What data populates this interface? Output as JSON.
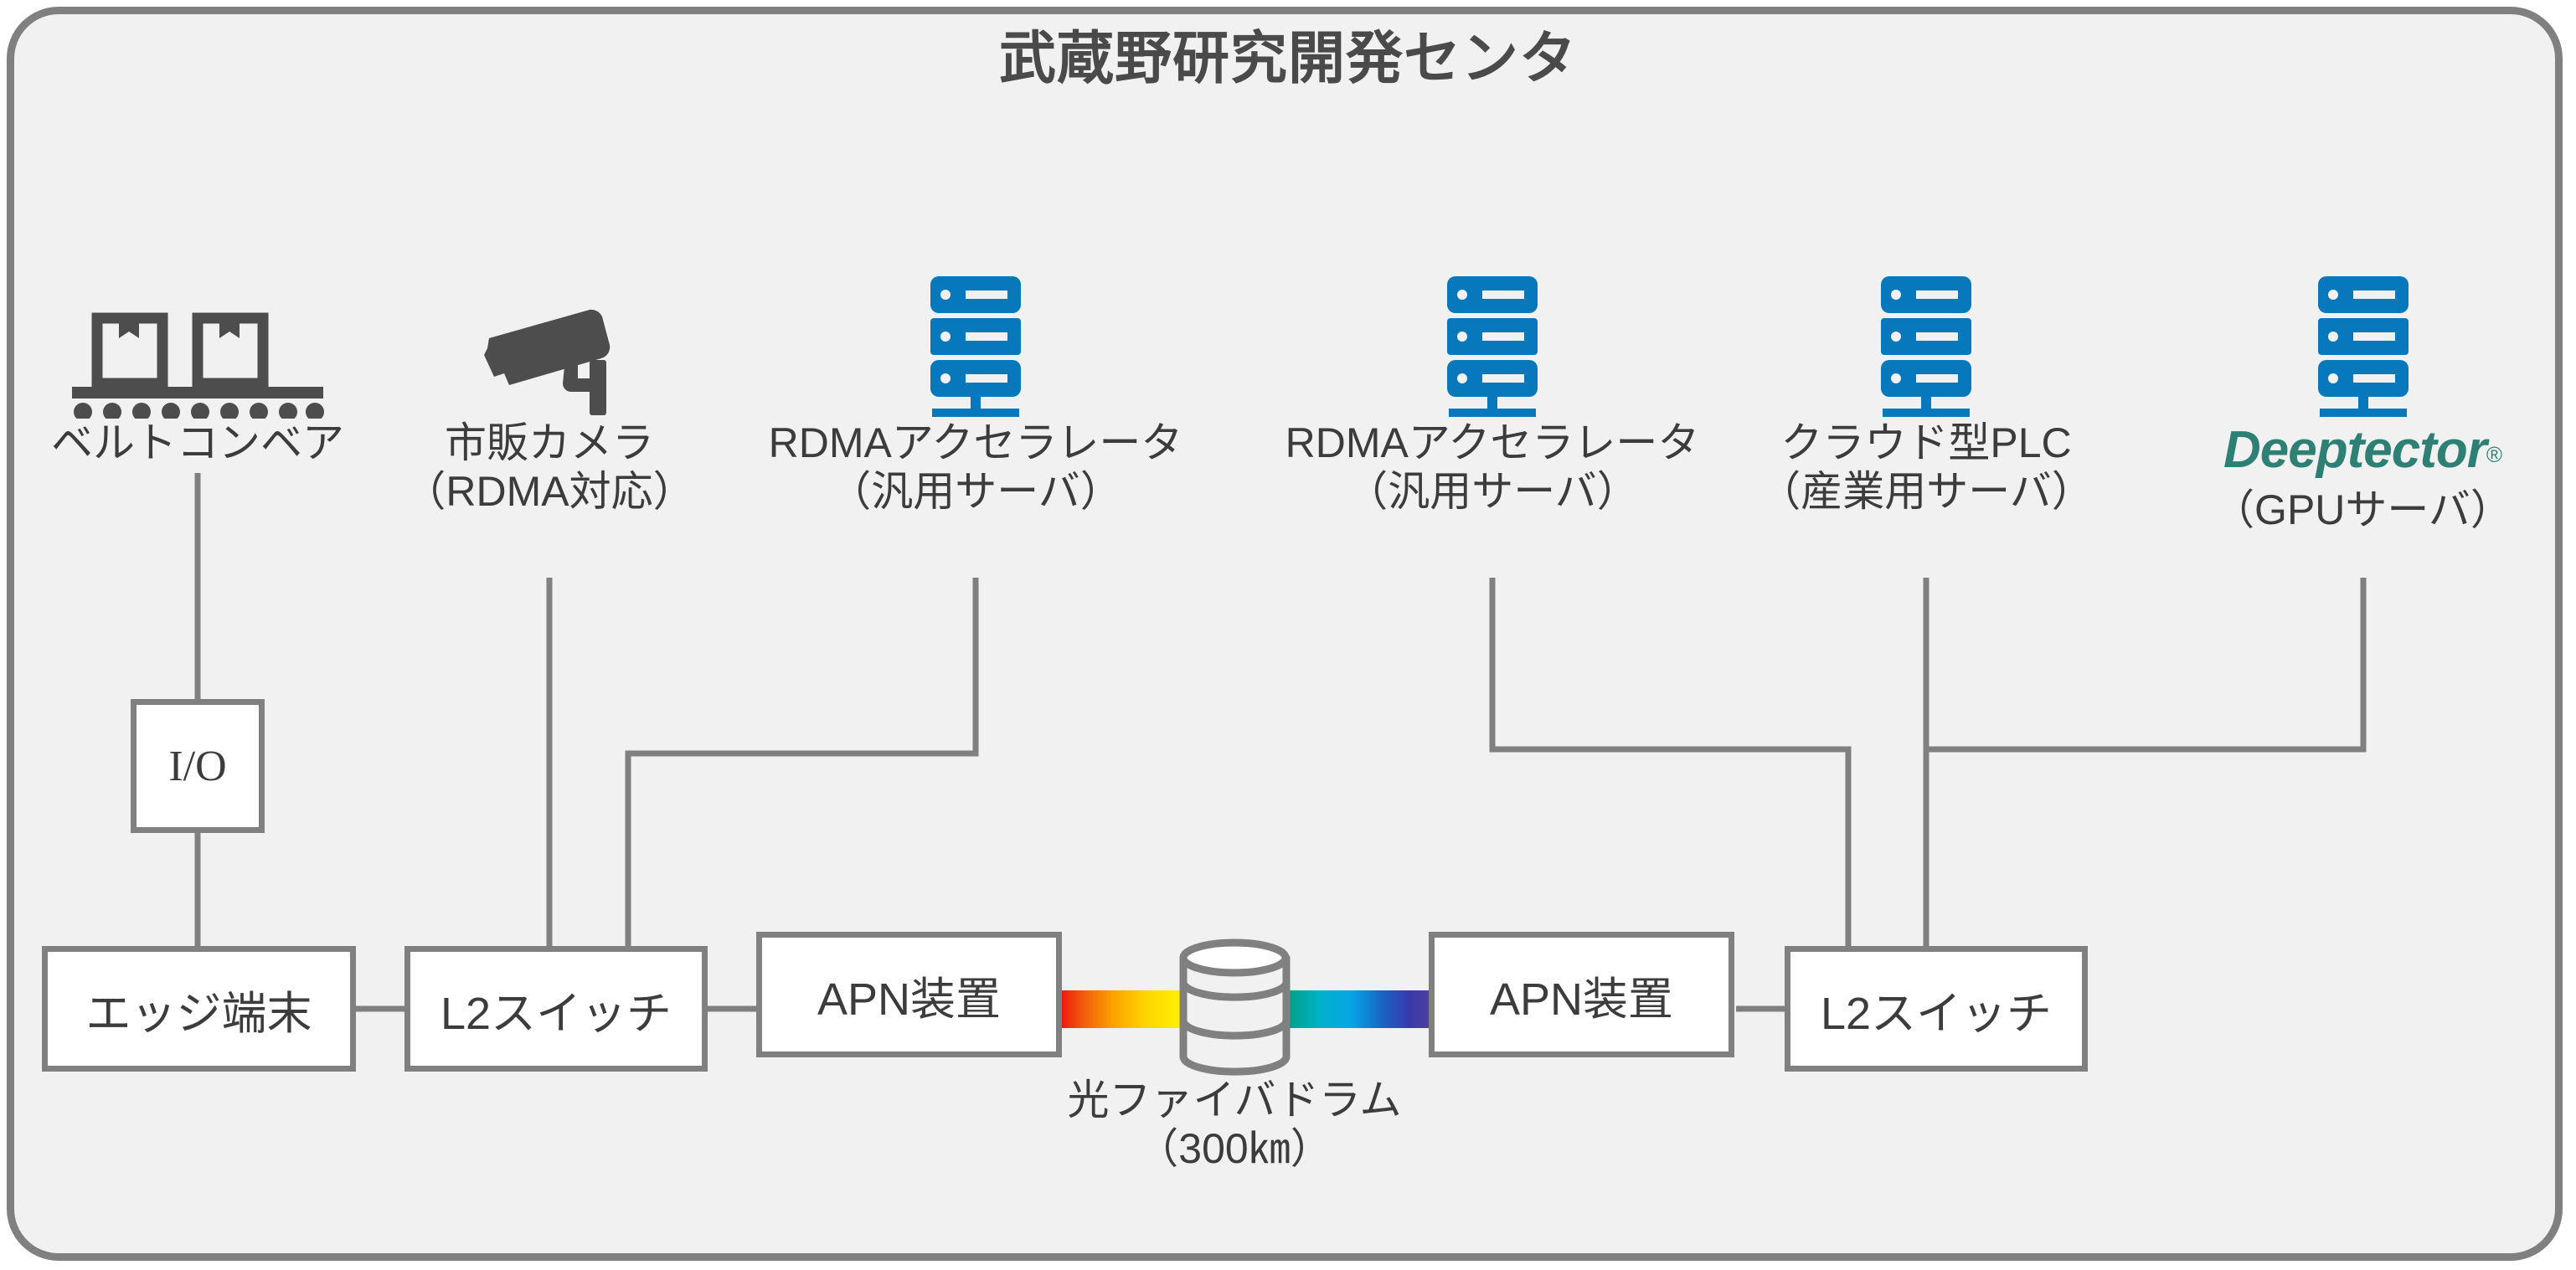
{
  "colors": {
    "frame_border": "#808080",
    "frame_background": "#f1f1f1",
    "wire": "#808080",
    "box_border": "#808080",
    "box_fill": "#ffffff",
    "text": "#3c3c3c",
    "title_text": "#4a4a4a",
    "server_icon_blue": "#0878bd",
    "conveyor_icon_gray": "#4d4d4d",
    "camera_icon_gray": "#4d4d4d",
    "deeptector_teal": "#2d8073",
    "fiber_left_gradient": [
      "#ee1b0d",
      "#f47b12",
      "#ffd400",
      "#fff200"
    ],
    "fiber_right_gradient": [
      "#00a08a",
      "#00b3d6",
      "#0aa0e8",
      "#1769c4",
      "#3b3bab",
      "#4b3c9e"
    ]
  },
  "header": {
    "title": "武蔵野研究開発センタ"
  },
  "devices": [
    {
      "id": "belt-conveyor",
      "icon": "conveyor-icon",
      "label": "ベルトコンベア"
    },
    {
      "id": "camera",
      "icon": "security-camera-icon",
      "label": "市販カメラ\n（RDMA対応）"
    },
    {
      "id": "rdma-accelerator-1",
      "icon": "server-icon",
      "label": "RDMAアクセラレータ\n（汎用サーバ）"
    },
    {
      "id": "rdma-accelerator-2",
      "icon": "server-icon",
      "label": "RDMAアクセラレータ\n（汎用サーバ）"
    },
    {
      "id": "cloud-plc",
      "icon": "server-icon",
      "label": "クラウド型PLC\n（産業用サーバ）"
    },
    {
      "id": "gpu-server",
      "icon": "server-icon",
      "logo": "Deeptector",
      "logo_mark": "®",
      "label": "（GPUサーバ）"
    }
  ],
  "boxes": {
    "io": "I/O",
    "edge_terminal": "エッジ端末",
    "l2_switch_left": "L2スイッチ",
    "apn_left": "APN装置",
    "apn_right": "APN装置",
    "l2_switch_right": "L2スイッチ"
  },
  "fiber": {
    "label": "光ファイバドラム\n（300㎞）",
    "length_km": 300,
    "icon": "fiber-drum-icon"
  }
}
